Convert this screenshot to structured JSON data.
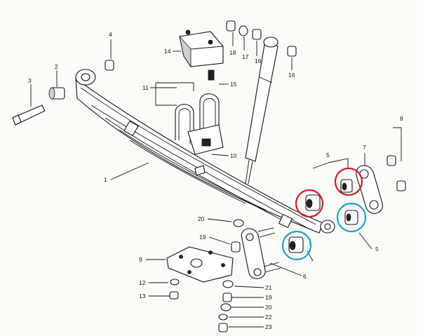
{
  "labels": {
    "l1": "1",
    "l2": "2",
    "l3": "3",
    "l4": "4",
    "l5a": "5",
    "l5b": "5",
    "l6": "6",
    "l7": "7",
    "l8": "8",
    "l9": "9",
    "l10": "10",
    "l11": "11",
    "l12": "12",
    "l13": "13",
    "l14": "14",
    "l15": "15",
    "l16a": "16",
    "l16b": "16",
    "l17": "17",
    "l18": "18",
    "l19a": "19",
    "l19b": "19",
    "l20a": "20",
    "l20b": "20",
    "l21": "21",
    "l22": "22",
    "l23": "23"
  },
  "highlights": {
    "red": "#c8202e",
    "blue": "#1e9ec8"
  }
}
